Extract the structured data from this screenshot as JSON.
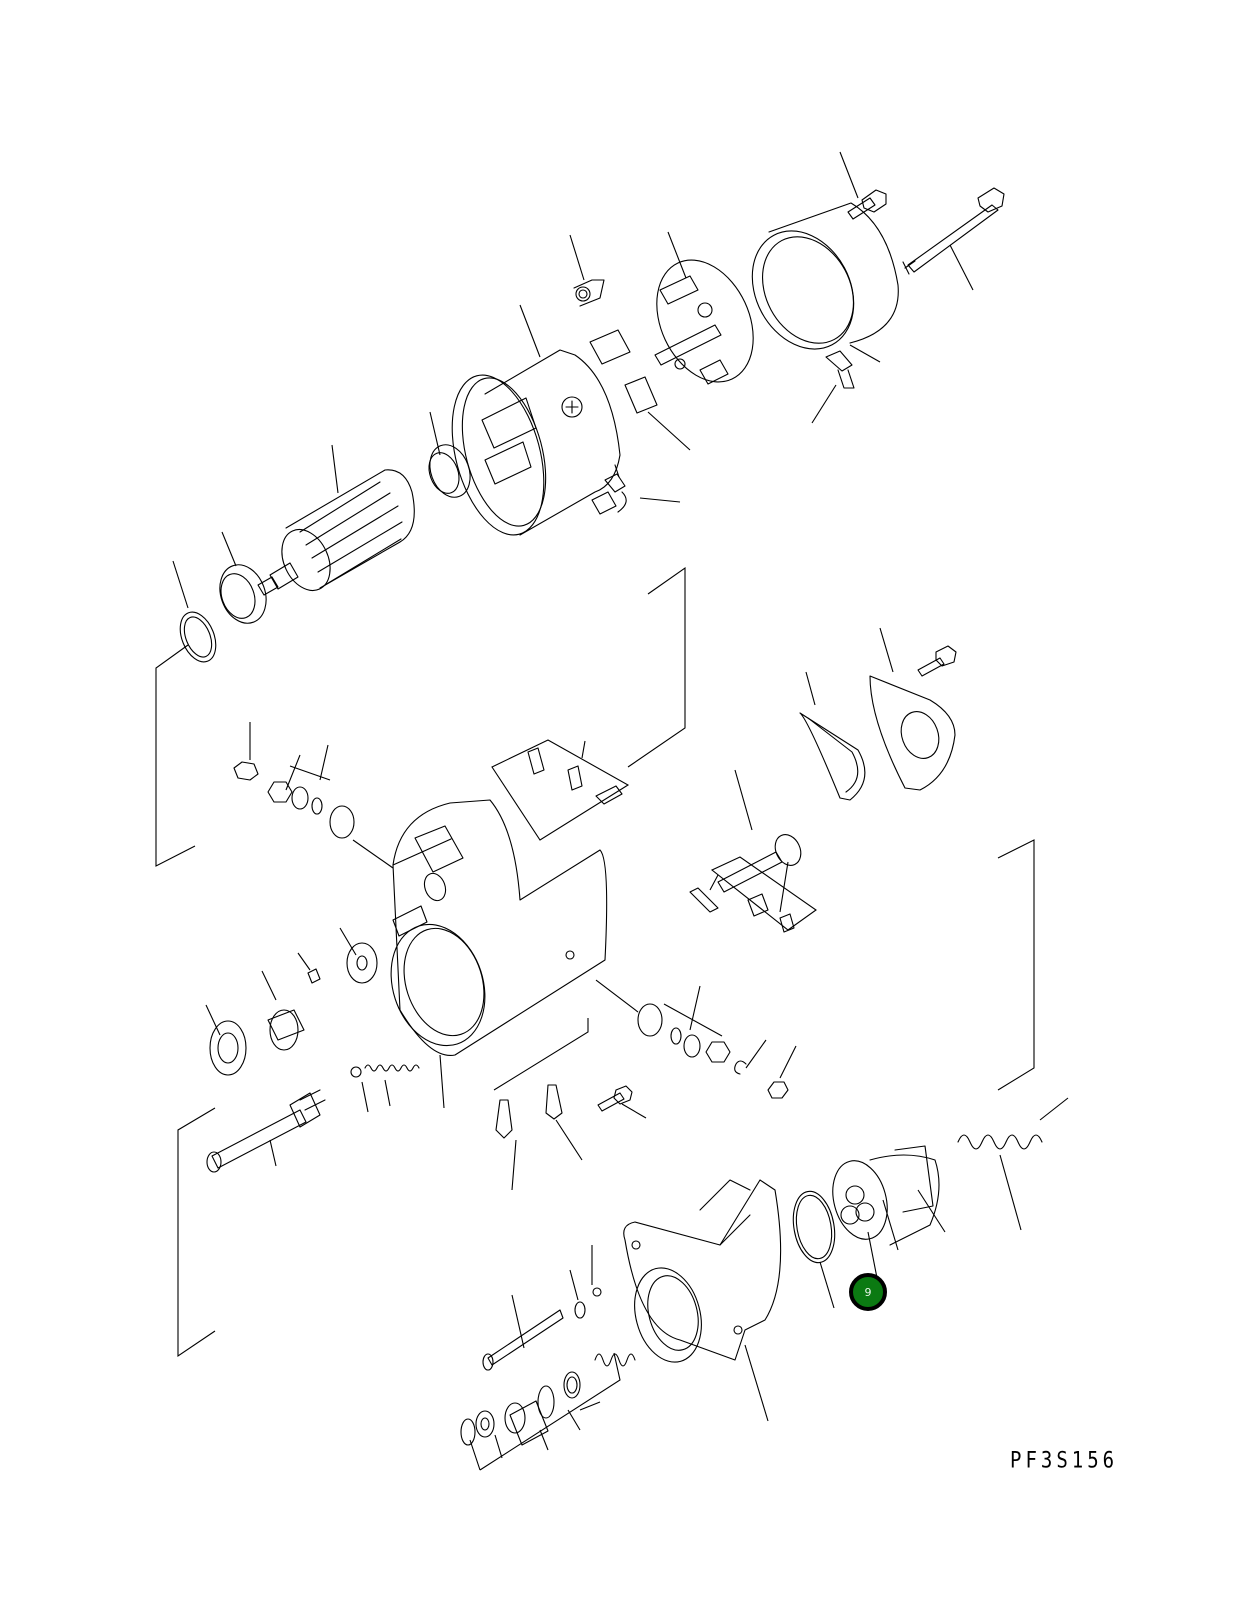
{
  "diagram": {
    "type": "exploded-parts-diagram",
    "subject": "starter-motor-assembly",
    "figure_id": "PF3S156",
    "callouts": [
      {
        "number": "9",
        "color": "#0b7a12",
        "border": "#000000"
      }
    ],
    "line_color": "#000000",
    "background": "#ffffff"
  }
}
